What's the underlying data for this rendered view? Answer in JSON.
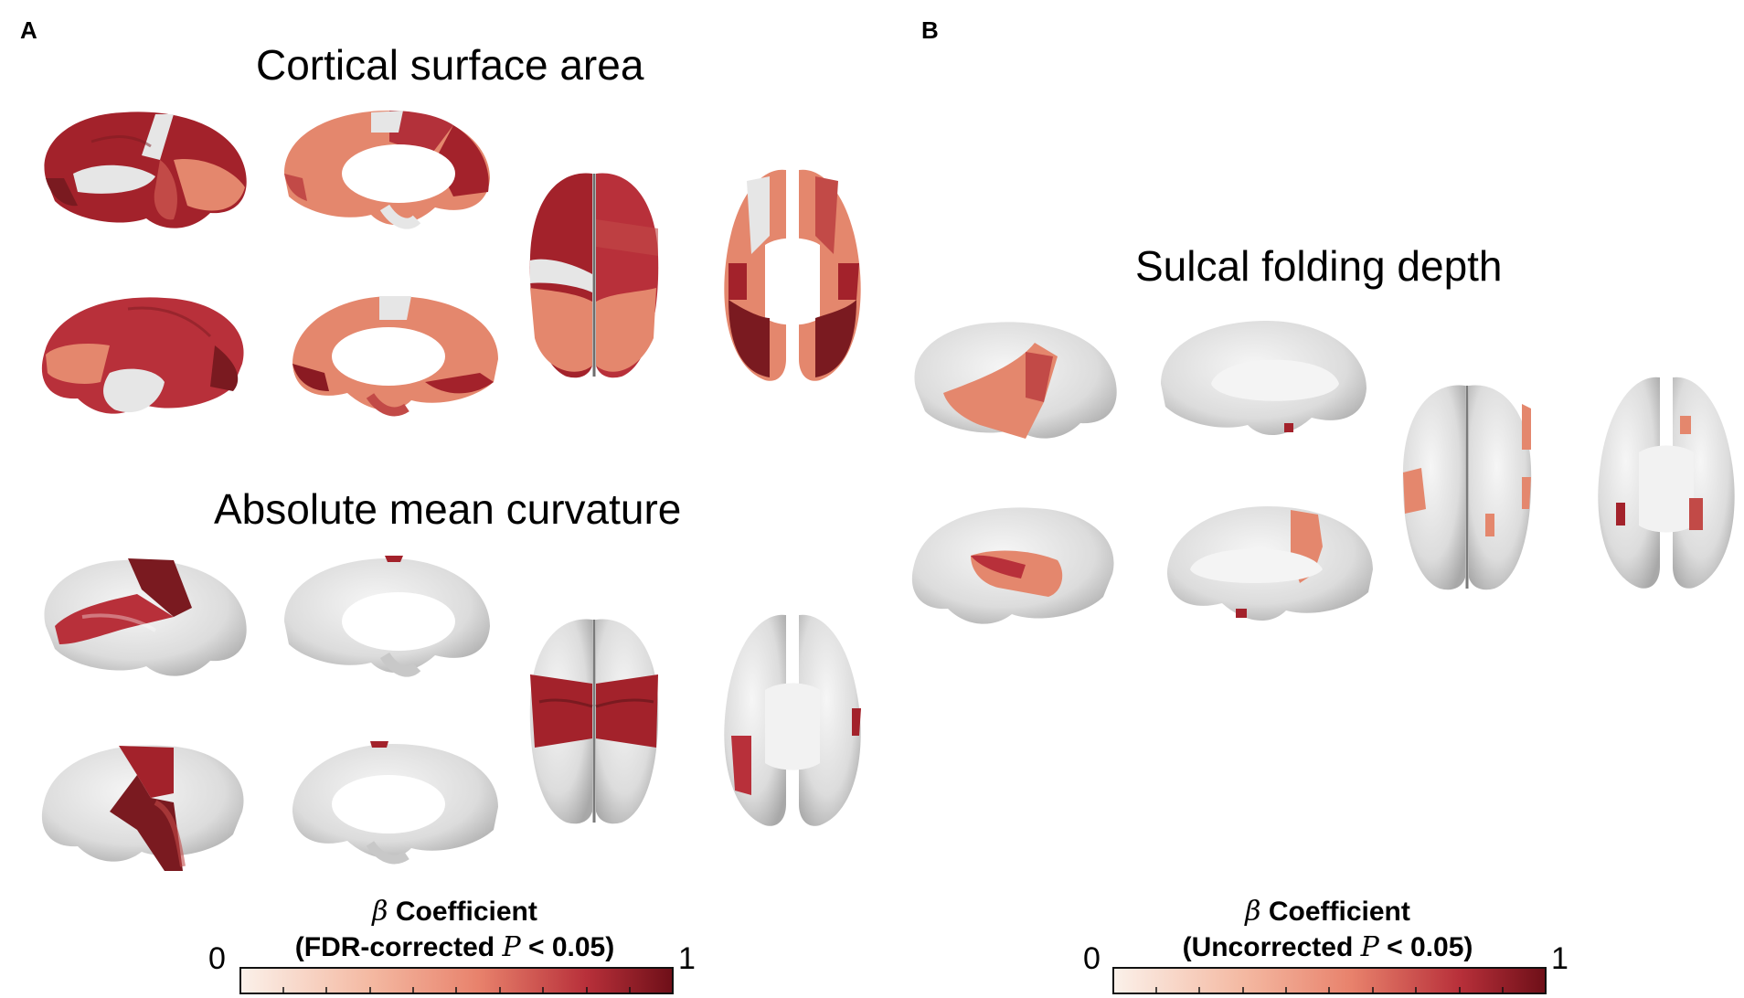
{
  "panels": {
    "a_label": "A",
    "b_label": "B"
  },
  "titles": {
    "surface_area": "Cortical surface area",
    "curvature": "Absolute mean curvature",
    "sulcal_depth": "Sulcal folding depth"
  },
  "colorbar_a": {
    "beta": "β",
    "line1": "Coefficient",
    "line2_prefix": "(FDR-corrected",
    "p": "P",
    "line2_suffix": "< 0.05)",
    "min": "0",
    "max": "1"
  },
  "colorbar_b": {
    "beta": "β",
    "line1": "Coefficient",
    "line2_prefix": "(Uncorrected",
    "p": "P",
    "line2_suffix": "< 0.05)",
    "min": "0",
    "max": "1"
  },
  "colors": {
    "brain_base": "#e6e6e6",
    "brain_shadow": "#9a9a9a",
    "scale_low": "#fbf1ea",
    "scale_mid": "#e8826c",
    "scale_high": "#7a1018"
  }
}
